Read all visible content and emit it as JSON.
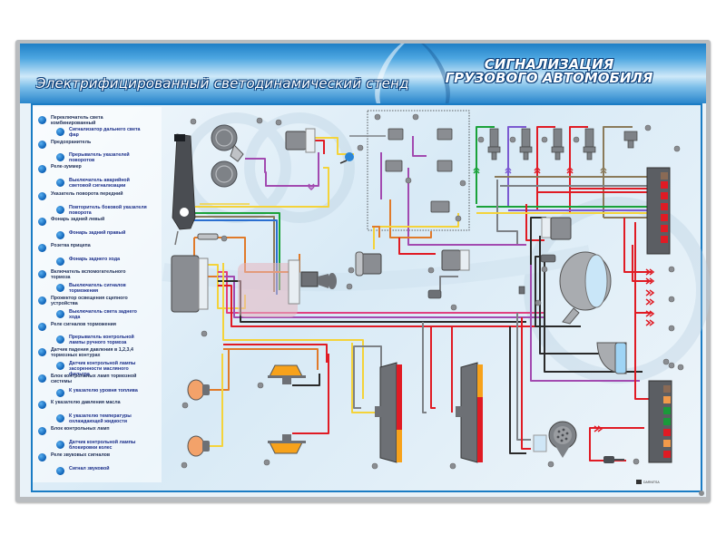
{
  "header": {
    "subtitle": "Электрифицированный светодинамический стенд",
    "title_line1": "СИГНАЛИЗАЦИЯ",
    "title_line2": "ГРУЗОВОГО АВТОМОБИЛЯ"
  },
  "legend": {
    "items": [
      {
        "label": "Переключатель света комбинированный",
        "level": "main"
      },
      {
        "label": "Сигнализатор дальнего света фар",
        "level": "sub"
      },
      {
        "label": "Предохранитель",
        "level": "main"
      },
      {
        "label": "Прерыватель указателей поворотов",
        "level": "sub"
      },
      {
        "label": "Реле-зуммер",
        "level": "main"
      },
      {
        "label": "Выключатель аварийной световой сигнализации",
        "level": "sub"
      },
      {
        "label": "Указатель поворота передний",
        "level": "main"
      },
      {
        "label": "Повторитель боковой указателя поворота",
        "level": "sub"
      },
      {
        "label": "Фонарь задний левый",
        "level": "main"
      },
      {
        "label": "Фонарь задний правый",
        "level": "sub"
      },
      {
        "label": "Розетка прицепа",
        "level": "main"
      },
      {
        "label": "Фонарь заднего хода",
        "level": "sub"
      },
      {
        "label": "Включатель вспомогательного тормоза",
        "level": "main"
      },
      {
        "label": "Выключатель сигналов торможения",
        "level": "sub"
      },
      {
        "label": "Прожектор освещения сцепного устройства",
        "level": "main"
      },
      {
        "label": "Выключатель света заднего хода",
        "level": "sub"
      },
      {
        "label": "Реле сигналов торможения",
        "level": "main"
      },
      {
        "label": "Прерыватель контрольной лампы ручного тормоза",
        "level": "sub"
      },
      {
        "label": "Датчик падения давления в 1,2,3,4 тормозных контурах",
        "level": "main"
      },
      {
        "label": "Датчик контрольной лампы засоренности масляного фильтра",
        "level": "sub"
      },
      {
        "label": "Блок контрольных ламп тормозной системы",
        "level": "main"
      },
      {
        "label": "К указателю уровня топлива",
        "level": "sub"
      },
      {
        "label": "К указателю давления масла",
        "level": "main"
      },
      {
        "label": "К указателю температуры охлаждающей жидкости",
        "level": "sub"
      },
      {
        "label": "Блок контрольных ламп",
        "level": "main"
      },
      {
        "label": "Датчик контрольной лампы блокировки колес",
        "level": "sub"
      },
      {
        "label": "Реле звуковых сигналов",
        "level": "main"
      },
      {
        "label": "Сигнал звуковой",
        "level": "sub"
      }
    ]
  },
  "footer": {
    "brand": "DARNITSA"
  },
  "colors": {
    "frame": "#b9bcbf",
    "header_blue": "#1f7fc6",
    "border_blue": "#1a7cc4",
    "wire_red": "#e01b24",
    "wire_yellow": "#f4d33a",
    "wire_green": "#1aa23a",
    "wire_purple": "#a24ab0",
    "wire_blue": "#2a6fd1",
    "wire_orange": "#e07a2a",
    "wire_grey": "#7d8186",
    "wire_brown": "#8a7a5a",
    "wire_black": "#2a2a2a",
    "lamp_amber": "#f7a21b",
    "indicator_green": "#1a9a3a",
    "indicator_orange": "#f29a4a"
  }
}
